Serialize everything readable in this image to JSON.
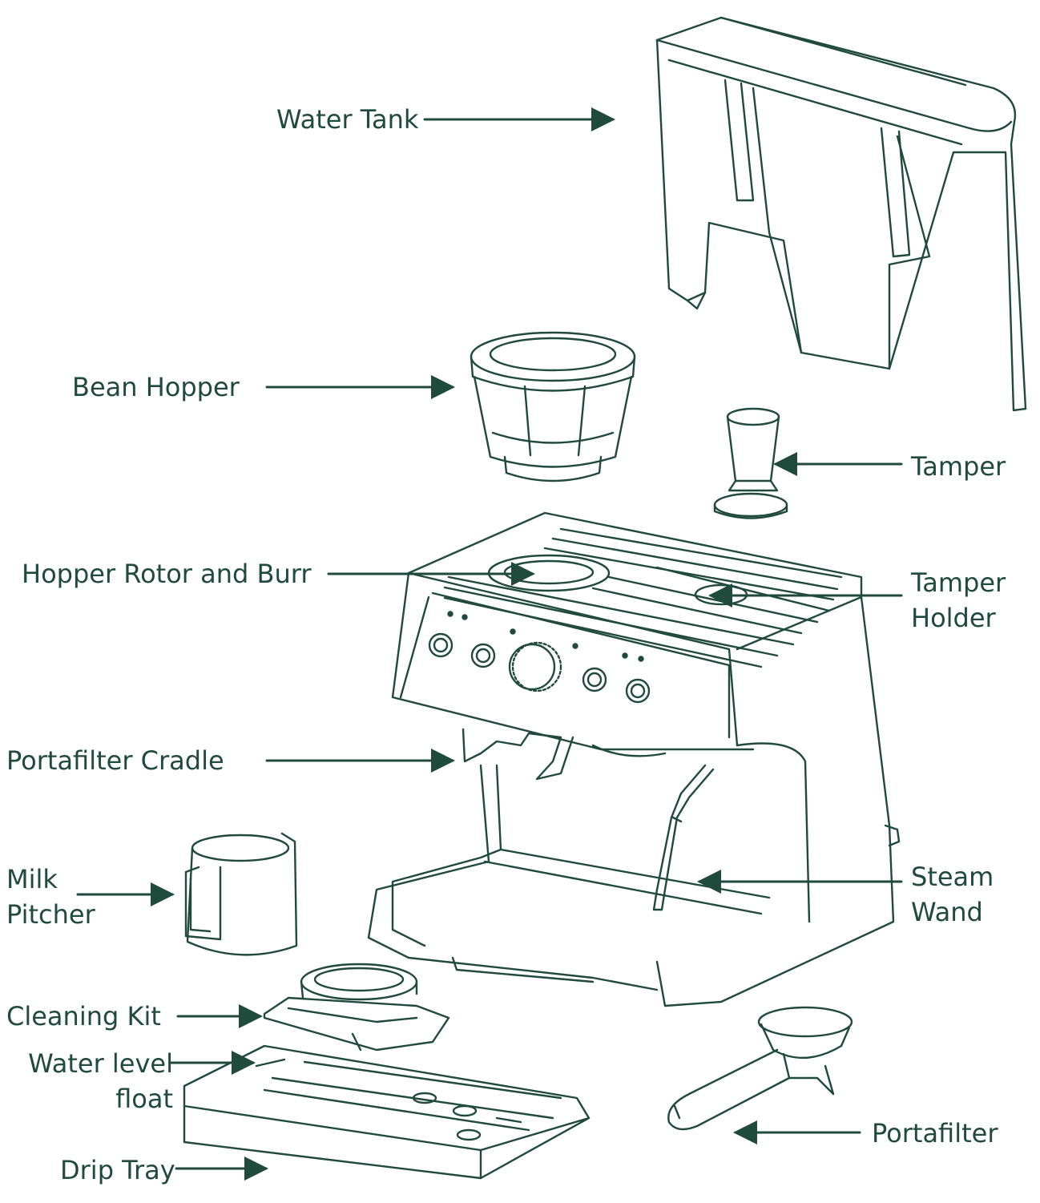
{
  "diagram": {
    "ink_color": "#1f4a3c",
    "labels": {
      "water_tank": "Water Tank",
      "bean_hopper": "Bean Hopper",
      "tamper": "Tamper",
      "hopper_rotor": "Hopper Rotor and Burr",
      "tamper_holder_1": "Tamper",
      "tamper_holder_2": "Holder",
      "portafilter_cradle": "Portafilter Cradle",
      "milk_pitcher_1": "Milk",
      "milk_pitcher_2": "Pitcher",
      "steam_wand_1": "Steam",
      "steam_wand_2": "Wand",
      "cleaning_kit": "Cleaning Kit",
      "water_level_1": "Water level",
      "water_level_2": "float",
      "portafilter": "Portafilter",
      "drip_tray": "Drip Tray"
    }
  }
}
